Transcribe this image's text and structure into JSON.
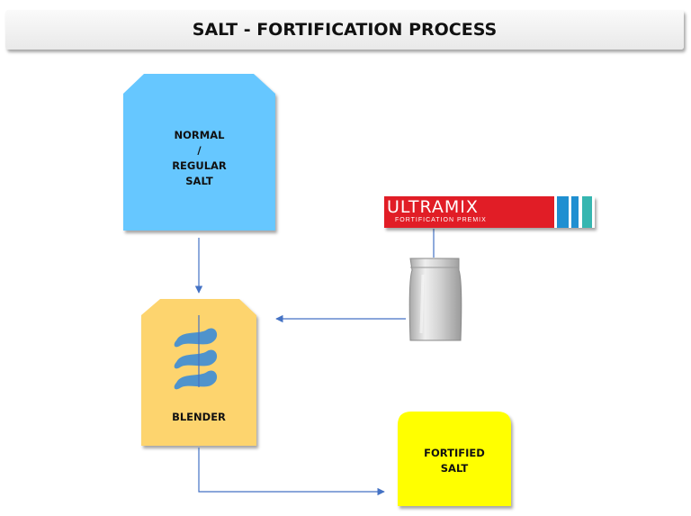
{
  "title": "SALT - FORTIFICATION PROCESS",
  "nodes": {
    "normal_salt": {
      "lines": [
        "NORMAL",
        "/",
        "REGULAR",
        "SALT"
      ],
      "color": "#66c7ff"
    },
    "blender": {
      "label": "BLENDER",
      "color": "#fdd46e"
    },
    "fortified_salt": {
      "lines": [
        "FORTIFIED",
        "SALT"
      ],
      "color": "#ffff00"
    }
  },
  "premix": {
    "brand": "ULTRAMIX",
    "tagline": "FORTIFICATION PREMIX",
    "brand_color": "#e11d26",
    "stripe_colors": [
      "#1f8fd1",
      "#36b6b0"
    ],
    "pouch_icon": "foil-pouch-icon"
  },
  "colors": {
    "connector": "#4472c4",
    "blender_blades": "#4f93cc"
  }
}
